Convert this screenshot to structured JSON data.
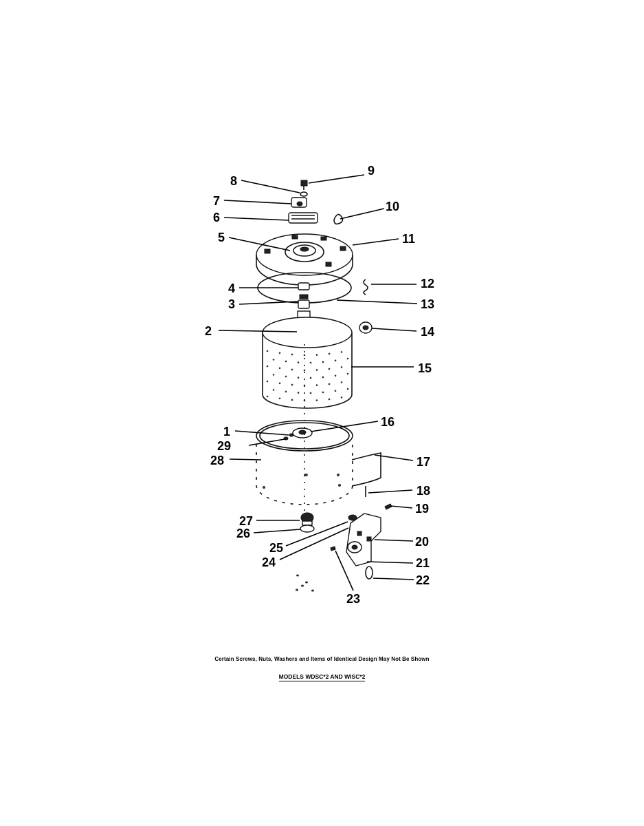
{
  "callouts": [
    {
      "id": "1",
      "label": "1"
    },
    {
      "id": "2",
      "label": "2"
    },
    {
      "id": "3",
      "label": "3"
    },
    {
      "id": "4",
      "label": "4"
    },
    {
      "id": "5",
      "label": "5"
    },
    {
      "id": "6",
      "label": "6"
    },
    {
      "id": "7",
      "label": "7"
    },
    {
      "id": "8",
      "label": "8"
    },
    {
      "id": "9",
      "label": "9"
    },
    {
      "id": "10",
      "label": "10"
    },
    {
      "id": "11",
      "label": "11"
    },
    {
      "id": "12",
      "label": "12"
    },
    {
      "id": "13",
      "label": "13"
    },
    {
      "id": "14",
      "label": "14"
    },
    {
      "id": "15",
      "label": "15"
    },
    {
      "id": "16",
      "label": "16"
    },
    {
      "id": "17",
      "label": "17"
    },
    {
      "id": "18",
      "label": "18"
    },
    {
      "id": "19",
      "label": "19"
    },
    {
      "id": "20",
      "label": "20"
    },
    {
      "id": "21",
      "label": "21"
    },
    {
      "id": "22",
      "label": "22"
    },
    {
      "id": "23",
      "label": "23"
    },
    {
      "id": "24",
      "label": "24"
    },
    {
      "id": "25",
      "label": "25"
    },
    {
      "id": "26",
      "label": "26"
    },
    {
      "id": "27",
      "label": "27"
    },
    {
      "id": "28",
      "label": "28"
    },
    {
      "id": "29",
      "label": "29"
    }
  ],
  "caption": "Certain Screws, Nuts, Washers and Items of Identical Design May Not Be Shown",
  "model_title": "MODELS WDSC*2 AND WISC*2",
  "footer_left": [
    "",
    ""
  ],
  "footer_right": [
    "",
    ""
  ]
}
